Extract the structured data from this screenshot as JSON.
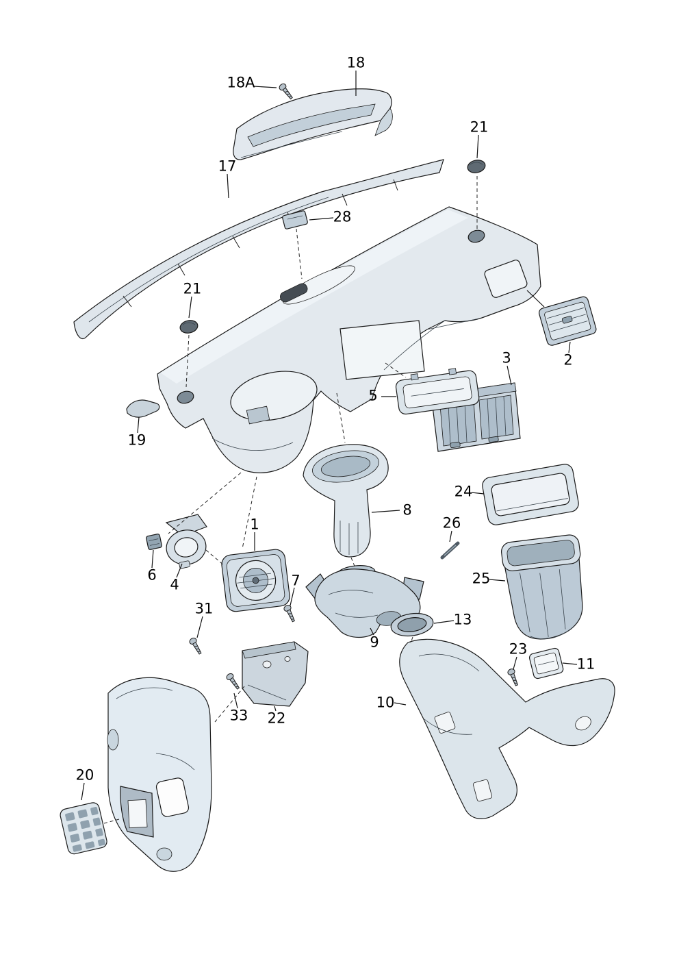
{
  "colors": {
    "background": "#ffffff",
    "line": "#1a1a1a",
    "panel_fill": "#e3e9ee",
    "panel_top_fill": "#eef3f7",
    "shade_fill": "#c2cfda",
    "dark_fill": "#8fa1ae",
    "hole_fill": "#7d8b96"
  },
  "part_numbers": [
    "1",
    "2",
    "3",
    "4",
    "5",
    "6",
    "7",
    "8",
    "9",
    "10",
    "11",
    "13",
    "17",
    "18",
    "18A",
    "19",
    "20",
    "21",
    "22",
    "23",
    "24",
    "25",
    "26",
    "28",
    "31",
    "33"
  ],
  "labels": {
    "l18a": "18A",
    "l18": "18",
    "l17": "17",
    "l28": "28",
    "l21_right": "21",
    "l21_left": "21",
    "l2": "2",
    "l3": "3",
    "l5": "5",
    "l19": "19",
    "l8": "8",
    "l24": "24",
    "l26": "26",
    "l25": "25",
    "l6": "6",
    "l4": "4",
    "l1": "1",
    "l7": "7",
    "l31": "31",
    "l9": "9",
    "l13": "13",
    "l10": "10",
    "l23": "23",
    "l11": "11",
    "l22": "22",
    "l33": "33",
    "l20": "20"
  }
}
